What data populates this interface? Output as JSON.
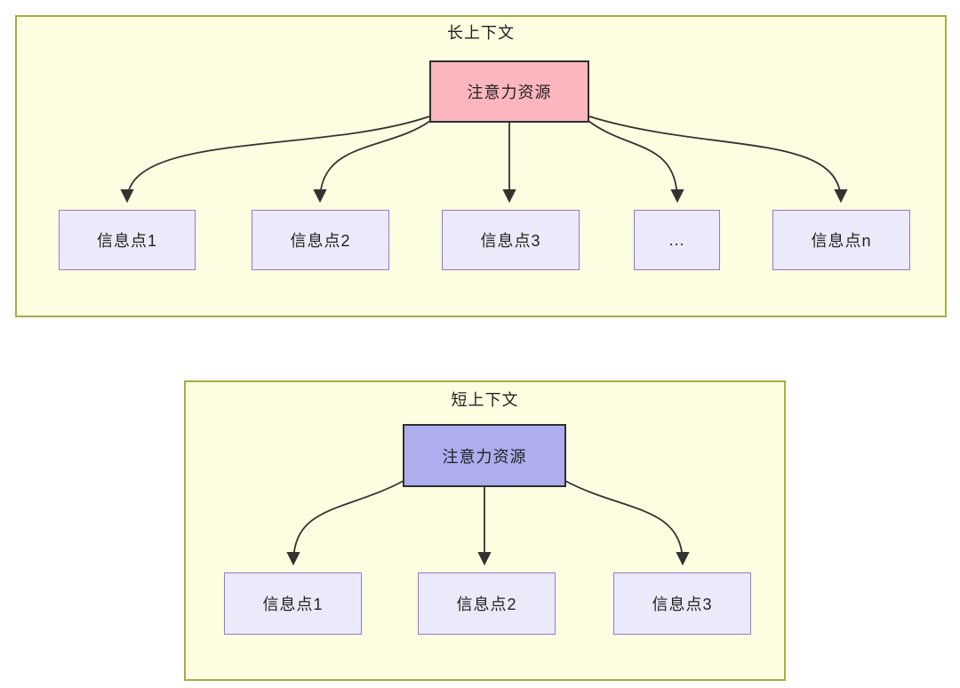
{
  "diagram": {
    "panels": [
      {
        "title": "长上下文",
        "root": {
          "label": "注意力资源"
        },
        "children": [
          {
            "label": "信息点1"
          },
          {
            "label": "信息点2"
          },
          {
            "label": "信息点3"
          },
          {
            "label": "..."
          },
          {
            "label": "信息点n"
          }
        ]
      },
      {
        "title": "短上下文",
        "root": {
          "label": "注意力资源"
        },
        "children": [
          {
            "label": "信息点1"
          },
          {
            "label": "信息点2"
          },
          {
            "label": "信息点3"
          }
        ]
      }
    ],
    "colors": {
      "page_background": "#FFFFFF",
      "panel_background": "#FDFDE1",
      "panel_border": "#ABAB44",
      "long_root_fill": "#FBB6BE",
      "short_root_fill": "#AEAEEF",
      "root_border": "#2F2F2F",
      "child_fill": "#EAEAFB",
      "child_border": "#9977CC",
      "arrow": "#333333",
      "text": "#222222"
    }
  }
}
